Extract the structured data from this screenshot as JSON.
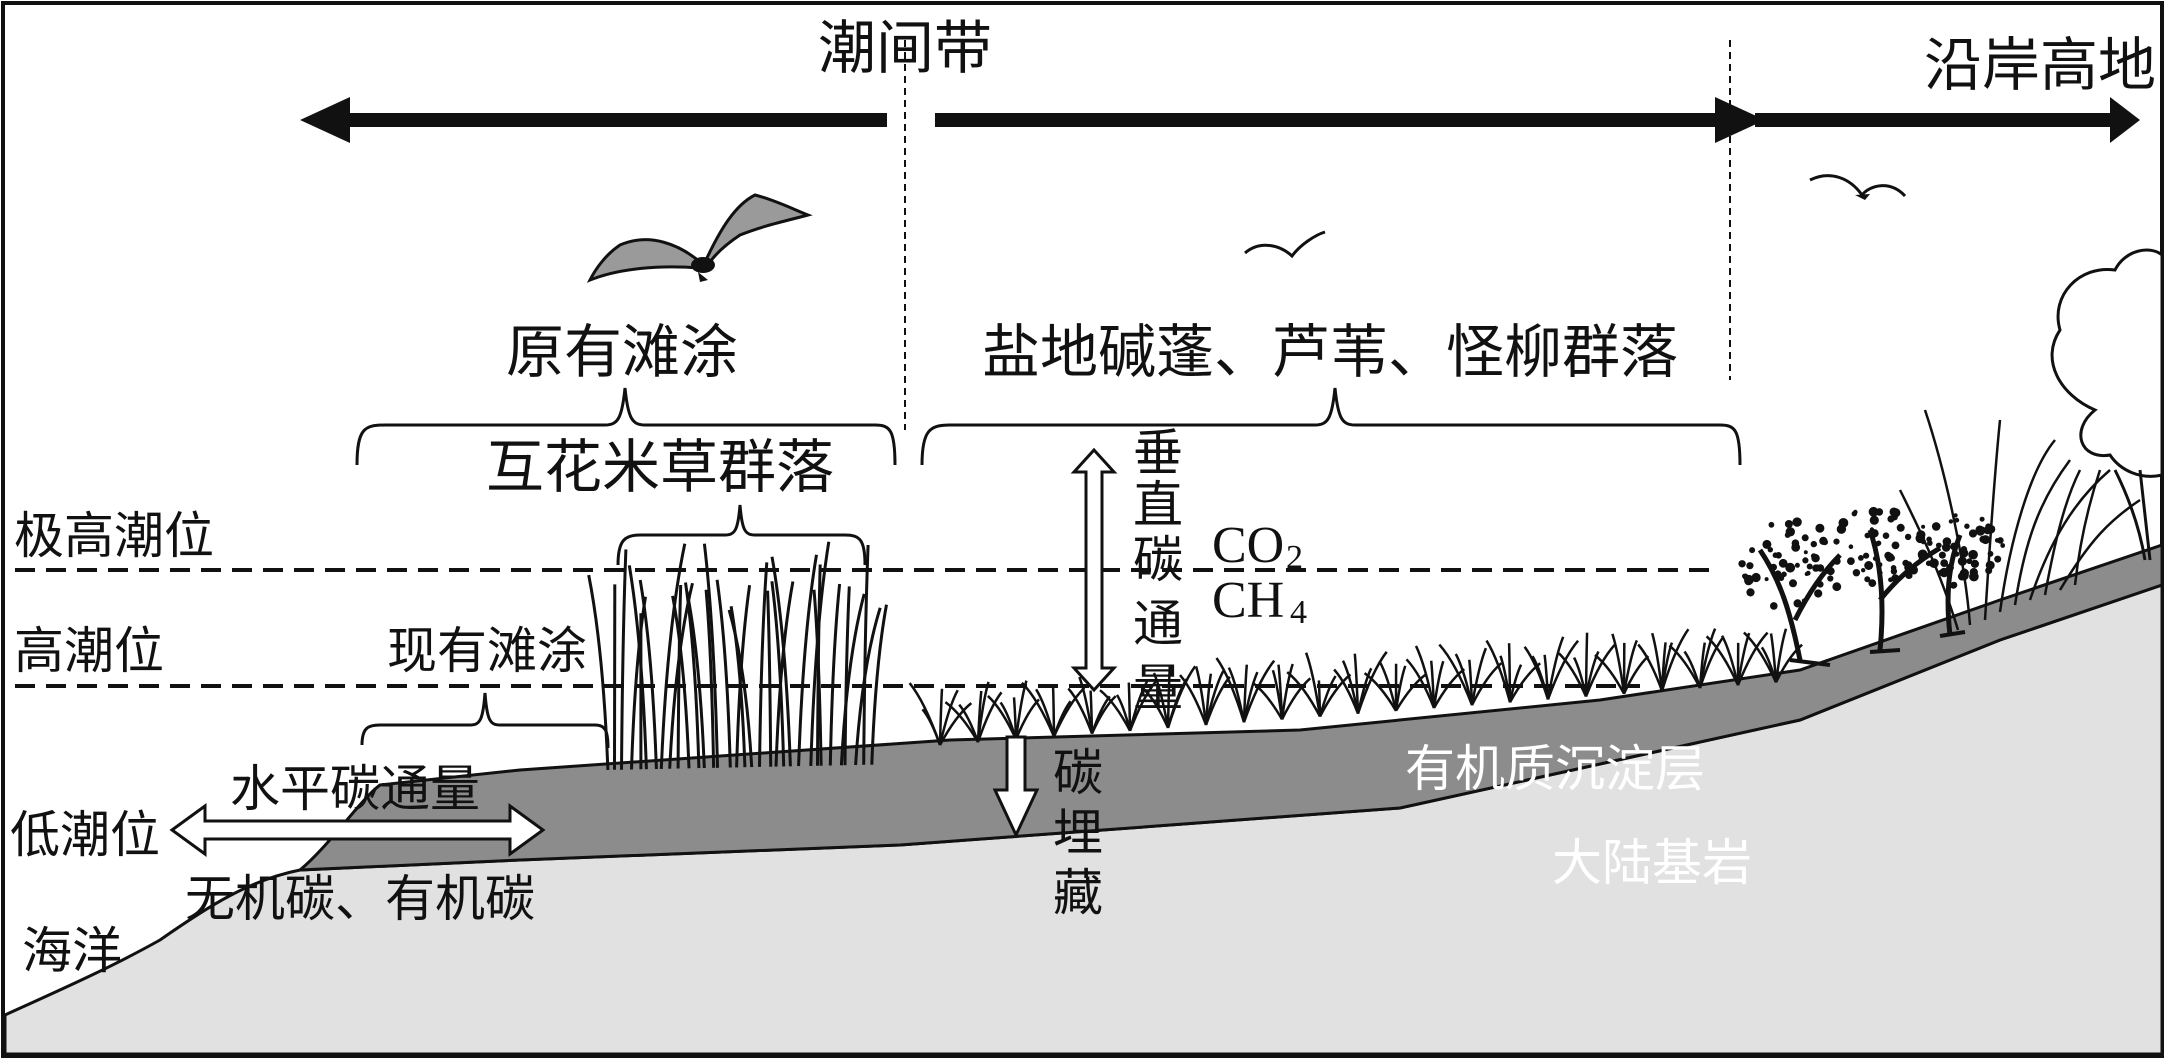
{
  "zones": {
    "intertidal": "潮间带",
    "coastal_upland": "沿岸高地"
  },
  "tide_levels": {
    "extreme_high": "极高潮位",
    "high": "高潮位",
    "low": "低潮位"
  },
  "labels": {
    "original_mudflat": "原有滩涂",
    "spartina_community": "互花米草群落",
    "existing_mudflat": "现有滩涂",
    "suaeda_reed_tamarix": "盐地碱蓬、芦苇、怪柳群落",
    "vertical_flux": [
      "垂",
      "直",
      "碳",
      "通",
      "量"
    ],
    "co2": "CO",
    "co2_sub": "2",
    "ch4": "CH",
    "ch4_sub": "4",
    "horizontal_flux": "水平碳通量",
    "carbon_forms": "无机碳、有机碳",
    "carbon_burial": [
      "碳",
      "埋",
      "藏"
    ],
    "organic_layer": "有机质沉淀层",
    "bedrock": "大陆基岩",
    "ocean": "海洋"
  },
  "colors": {
    "sediment_layer": "#8c8c8c",
    "bedrock": "#e1e1e1",
    "bird_wing": "#9a9a9a"
  }
}
